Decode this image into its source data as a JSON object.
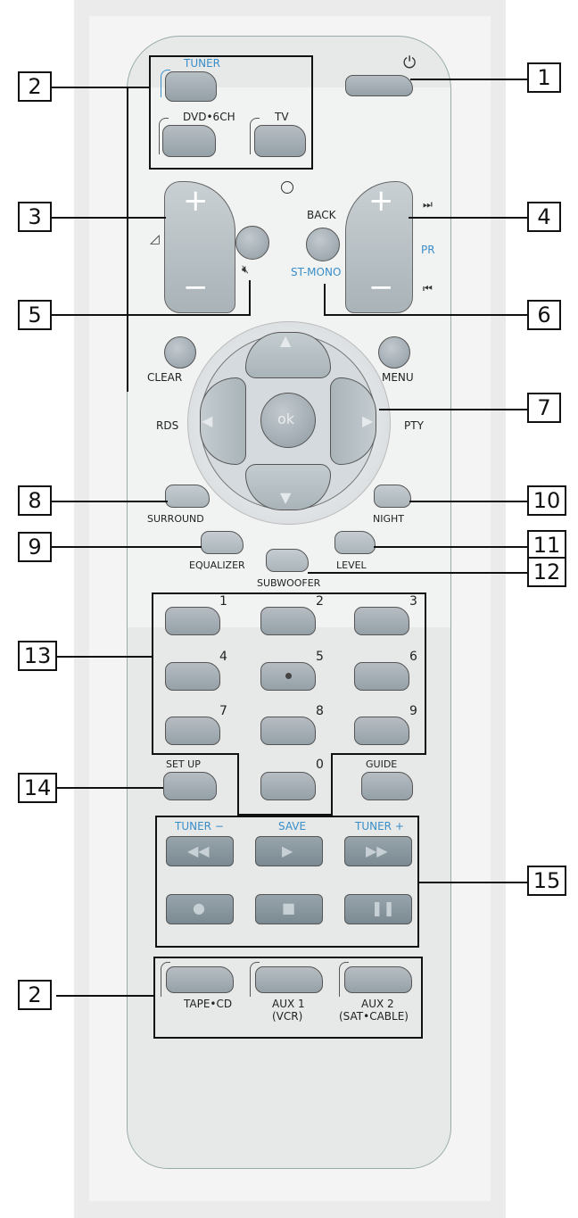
{
  "callouts": [
    "1",
    "2",
    "3",
    "4",
    "5",
    "6",
    "7",
    "8",
    "9",
    "10",
    "11",
    "12",
    "13",
    "14",
    "15",
    "2"
  ],
  "source": {
    "tuner": "TUNER",
    "dvd": "DVD•6CH",
    "tv": "TV",
    "tape": "TAPE•CD",
    "aux1": "AUX 1",
    "aux1_sub": "(VCR)",
    "aux2": "AUX 2",
    "aux2_sub": "(SAT•CABLE)"
  },
  "labels": {
    "back": "BACK",
    "st_mono": "ST-MONO",
    "pr": "PR",
    "clear": "CLEAR",
    "menu": "MENU",
    "rds": "RDS",
    "pty": "PTY",
    "ok": "ok",
    "surround": "SURROUND",
    "night": "NIGHT",
    "equalizer": "EQUALIZER",
    "level": "LEVEL",
    "subwoofer": "SUBWOOFER",
    "setup": "SET UP",
    "guide": "GUIDE",
    "tuner_minus": "TUNER −",
    "save": "SAVE",
    "tuner_plus": "TUNER +"
  },
  "numpad": [
    "1",
    "2",
    "3",
    "4",
    "5",
    "6",
    "7",
    "8",
    "9",
    "0"
  ],
  "colors": {
    "accent_blue": "#3a8ec8",
    "button_gray": "#a3adb3"
  }
}
